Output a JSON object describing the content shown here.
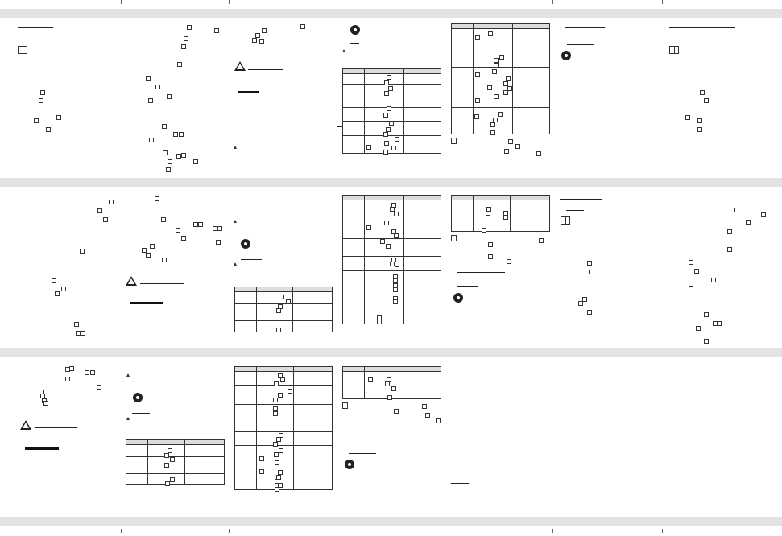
{
  "document": {
    "type": "multi-panel instruction manual layout",
    "panel_rows": 3,
    "panel_columns": 7,
    "band_color": "#e3e3e3",
    "ink_color": "#222222"
  },
  "icons": {
    "warning": "warning-triangle-icon",
    "caution": "round-caution-icon",
    "book": "book-icon",
    "note": "note-icon"
  }
}
